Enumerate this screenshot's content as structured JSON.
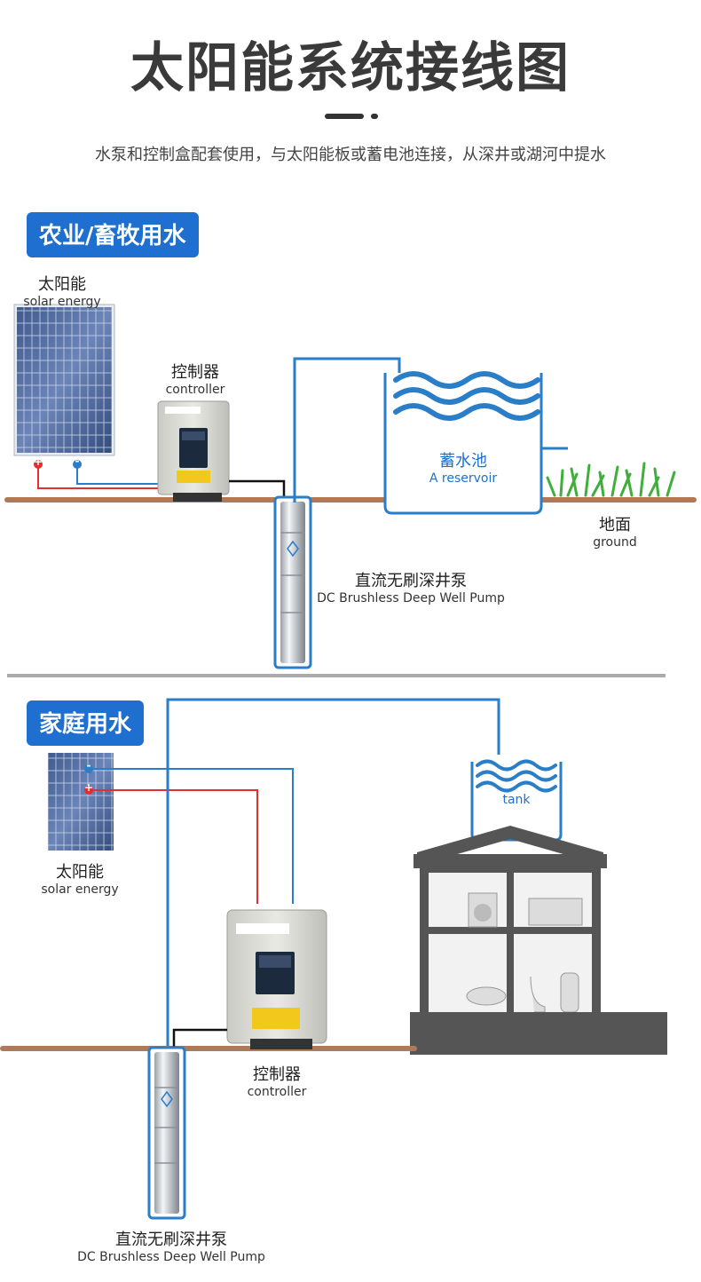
{
  "header": {
    "title": "太阳能系统接线图",
    "subtitle": "水泵和控制盒配套使用，与太阳能板或蓄电池连接，从深井或湖河中提水"
  },
  "section1": {
    "tag": "农业/畜牧用水",
    "solar": {
      "cn": "太阳能",
      "en": "solar energy"
    },
    "controller": {
      "cn": "控制器",
      "en": "controller"
    },
    "reservoir": {
      "cn": "蓄水池",
      "en": "A reservoir"
    },
    "ground": {
      "cn": "地面",
      "en": "ground"
    },
    "pump": {
      "cn": "直流无刷深井泵",
      "en": "DC Brushless Deep Well Pump"
    },
    "plus": "+",
    "minus": "-"
  },
  "section2": {
    "tag": "家庭用水",
    "solar": {
      "cn": "太阳能",
      "en": "solar energy"
    },
    "tank": "tank",
    "controller": {
      "cn": "控制器",
      "en": "controller"
    },
    "pump": {
      "cn": "直流无刷深井泵",
      "en": "DC Brushless Deep Well Pump"
    },
    "plus": "+",
    "minus": "-"
  },
  "colors": {
    "accent": "#1e6fd0",
    "ground": "#b07a58",
    "water": "#2a7ec8",
    "positive": "#e03030",
    "negative": "#2a7ec8"
  }
}
